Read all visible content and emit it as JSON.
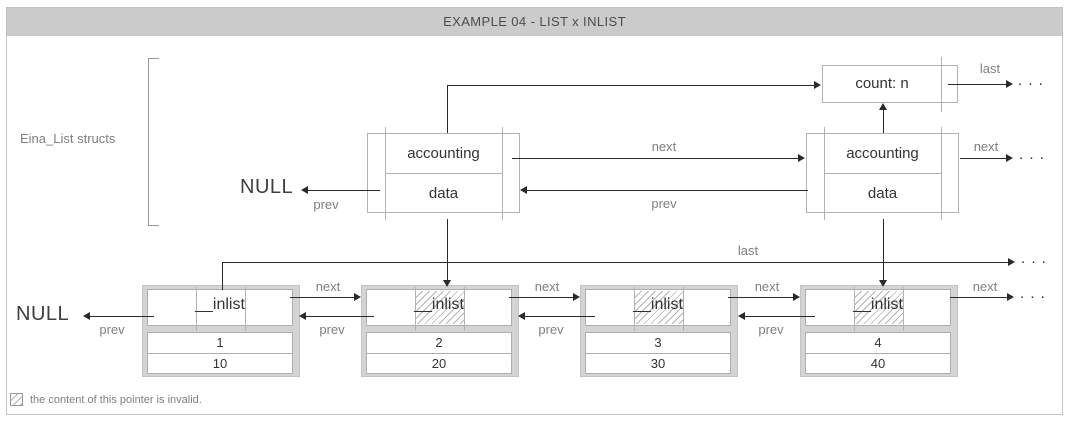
{
  "title": "EXAMPLE 04 - LIST x INLIST",
  "group_label": "Eina_List structs",
  "null_label": "NULL",
  "arrow_labels": {
    "next": "next",
    "prev": "prev",
    "last": "last"
  },
  "ellipsis": ". . .",
  "count_box": {
    "label": "count: n"
  },
  "eina_list_box": {
    "field1": "accounting",
    "field2": "data"
  },
  "inlist_nodes": [
    {
      "pointer_label": "__inlist",
      "invalid": false,
      "values": [
        "1",
        "10"
      ]
    },
    {
      "pointer_label": "__inlist",
      "invalid": true,
      "values": [
        "2",
        "20"
      ]
    },
    {
      "pointer_label": "__inlist",
      "invalid": true,
      "values": [
        "3",
        "30"
      ]
    },
    {
      "pointer_label": "__inlist",
      "invalid": true,
      "values": [
        "4",
        "40"
      ]
    }
  ],
  "legend": {
    "text": "the content of this pointer is invalid."
  },
  "colors": {
    "line": "#2a2a2a",
    "box_border": "#b2b2b2",
    "frame": "#d4d4d4",
    "label": "#7f7f7f",
    "title_bg": "#cbcbcb"
  }
}
